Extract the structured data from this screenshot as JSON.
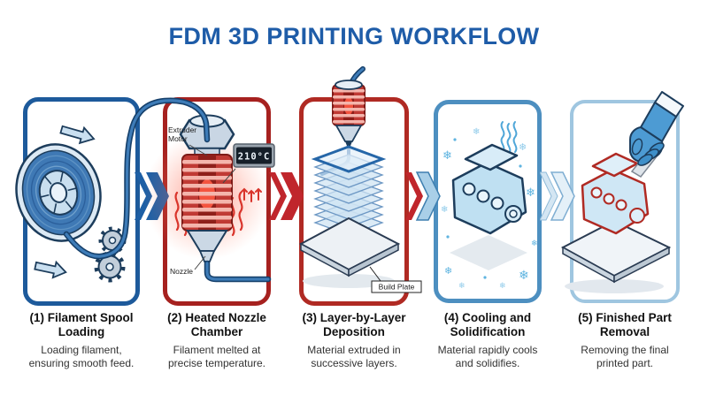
{
  "title": "FDM 3D PRINTING WORKFLOW",
  "colors": {
    "title_blue": "#1E5CA8",
    "step1_border": "#1D5A9B",
    "step2_border": "#A6211F",
    "step3_border": "#B02A23",
    "step4_border": "#4D8FC0",
    "step5_border": "#9FC6E0",
    "arrow_blue": "#1D5FA5",
    "arrow_red": "#C0262C",
    "arrow_light_blue": "#A9CFE8",
    "filament_blue": "#3E7CB8",
    "heat_red": "#D9342B",
    "frost_blue": "#5FB4E0"
  },
  "icons": {
    "snowflake": "❄"
  },
  "steps": [
    {
      "title_lines": [
        "(1) Filament Spool",
        "Loading"
      ],
      "desc_lines": [
        "Loading filament,",
        "ensuring smooth feed."
      ],
      "illustration": "filament-spool"
    },
    {
      "title_lines": [
        "(2) Heated Nozzle",
        "Chamber"
      ],
      "desc_lines": [
        "Filament melted at",
        "precise temperature."
      ],
      "illustration": "heated-nozzle",
      "labels": {
        "extruder_motor_line1": "Extruder",
        "extruder_motor_line2": "Motor",
        "nozzle": "Nozzle",
        "temperature": "210°C"
      }
    },
    {
      "title_lines": [
        "(3) Layer-by-Layer",
        "Deposition"
      ],
      "desc_lines": [
        "Material extruded in",
        "successive layers."
      ],
      "illustration": "layer-deposition",
      "labels": {
        "build_plate": "Build Plate"
      }
    },
    {
      "title_lines": [
        "(4) Cooling and",
        "Solidification"
      ],
      "desc_lines": [
        "Material rapidly cools",
        "and solidifies."
      ],
      "illustration": "cooling-part"
    },
    {
      "title_lines": [
        "(5) Finished Part",
        "Removal"
      ],
      "desc_lines": [
        "Removing the final",
        "printed part."
      ],
      "illustration": "part-removal"
    }
  ],
  "arrows": [
    {
      "name": "step1-to-step2",
      "style": "blue"
    },
    {
      "name": "step2-to-step3",
      "style": "red"
    },
    {
      "name": "step3-to-step4",
      "style": "red-to-blue"
    },
    {
      "name": "step4-to-step5",
      "style": "light-blue"
    }
  ]
}
